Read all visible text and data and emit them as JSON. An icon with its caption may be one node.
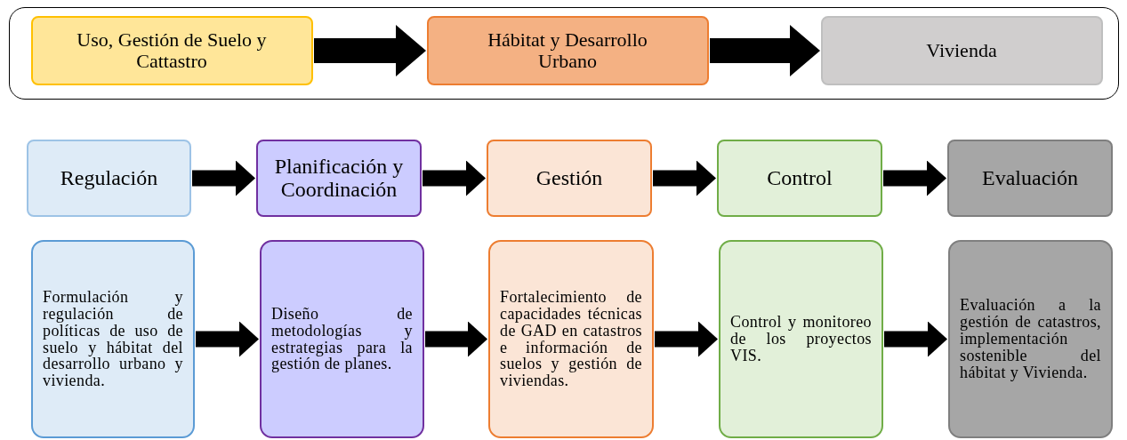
{
  "diagram": {
    "nodes": [
      {
        "text": [],
        "shape": "box"
      },
      {
        "text": [
          "Uso, Gestión de Suelo y Cattastro"
        ],
        "in": 0
      },
      {
        "text": [
          "Hábitat y Desarrollo Urbano"
        ],
        "in": 0
      },
      {
        "text": [
          "Vivienda"
        ],
        "in": 0
      },
      {
        "text": [
          "Regulación"
        ]
      },
      {
        "text": [
          "Planificación y Coordinación"
        ]
      },
      {
        "text": [
          "Gestión"
        ]
      },
      {
        "text": [
          "Control"
        ]
      },
      {
        "text": [
          "Evaluación"
        ]
      },
      {
        "text": [
          "Formulación y regulación de políticas de uso de suelo y hábitat del desarrollo urbano y vivienda."
        ]
      },
      {
        "text": [
          "Diseño de metodologías y estrategias para la gestión de planes."
        ]
      },
      {
        "text": [
          "Fortalecimiento de capacidades técnicas de GAD en catastros e información de suelos y gestión de viviendas."
        ]
      },
      {
        "text": [
          "Control y monitoreo de los proyectos VIS."
        ]
      },
      {
        "text": [
          "Evaluación a la gestión de catastros, implementación sostenible del hábitat y Vivienda."
        ]
      }
    ],
    "edges": [
      {
        "from": 1,
        "to": 2,
        "arrow": "to"
      },
      {
        "from": 2,
        "to": 3,
        "arrow": "to"
      },
      {
        "from": 4,
        "to": 5,
        "arrow": "to"
      },
      {
        "from": 5,
        "to": 6,
        "arrow": "to"
      },
      {
        "from": 6,
        "to": 7,
        "arrow": "to"
      },
      {
        "from": 7,
        "to": 8,
        "arrow": "to"
      },
      {
        "from": 9,
        "to": 10,
        "arrow": "to"
      },
      {
        "from": 10,
        "to": 11,
        "arrow": "to"
      },
      {
        "from": 11,
        "to": 12,
        "arrow": "to"
      },
      {
        "from": 12,
        "to": 13,
        "arrow": "to"
      }
    ]
  }
}
